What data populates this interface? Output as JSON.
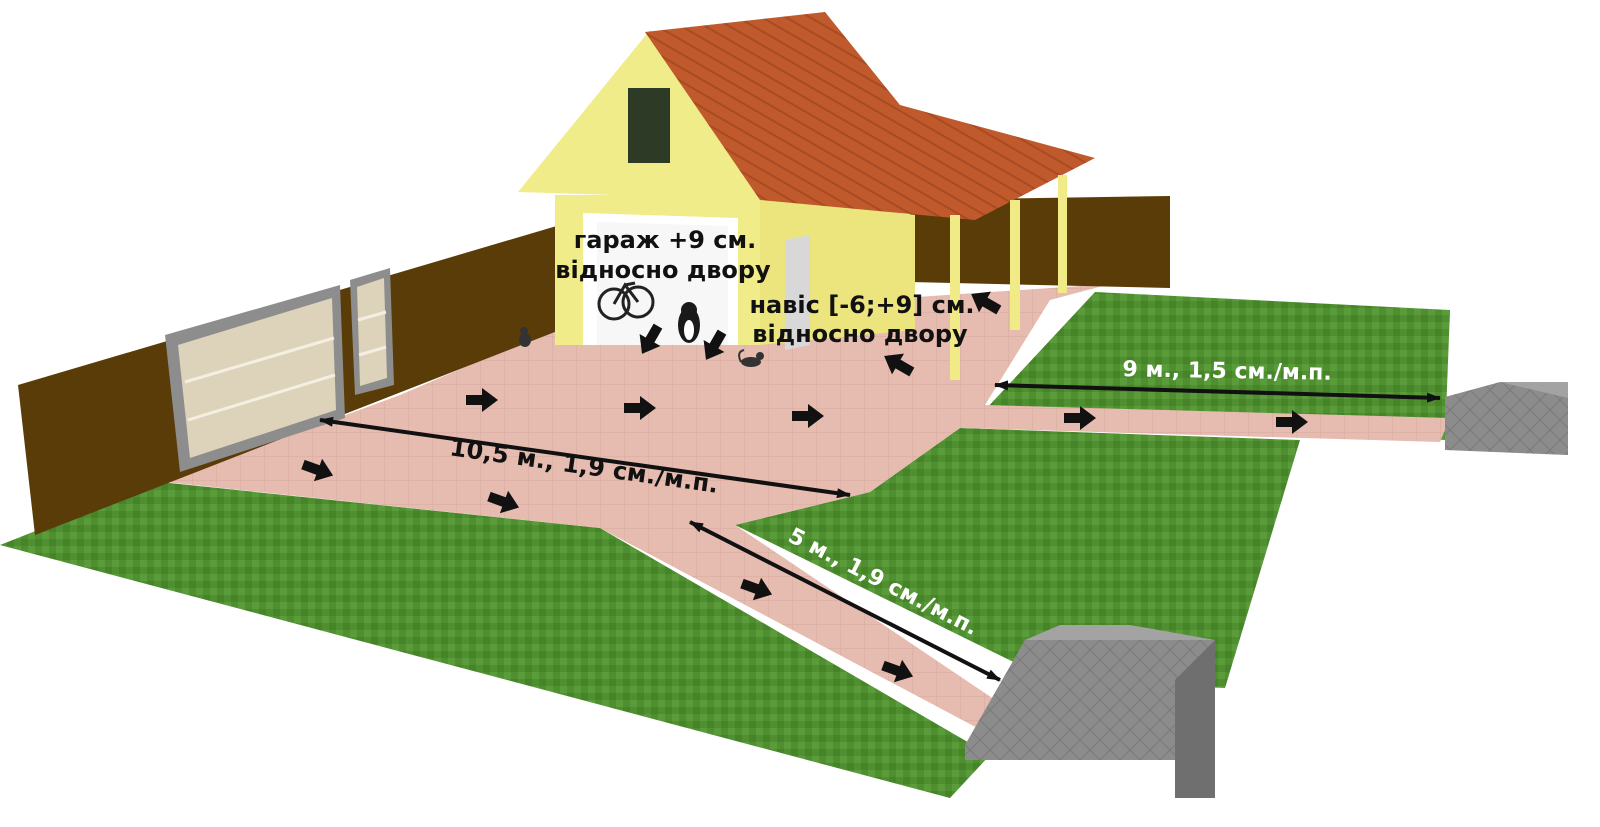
{
  "labels": {
    "garage_line1": "гараж +9 см.",
    "garage_line2": "відносно двору",
    "canopy_line1": "навіс [-6;+9] см.",
    "canopy_line2": "відносно двору",
    "main_span": "10,5 м., 1,9 см./м.п.",
    "right_span": "9 м., 1,5 см./м.п.",
    "front_span": "5 м., 1,9 см./м.п."
  },
  "colors": {
    "lawn": "#4f8f32",
    "paving": "#e6bbb0",
    "fence": "#5a3c08",
    "wall": "#f1ec8a",
    "roof": "#c05a2c",
    "gate_panel": "#ddd3ba",
    "gate_frame": "#8d8d8d",
    "stairs": "#8c8c8c",
    "arrow": "#111111"
  },
  "icons": [
    "flow-arrow-icon",
    "dimension-arrow-icon",
    "bicycle-icon",
    "dog-icon",
    "cat-icon"
  ]
}
